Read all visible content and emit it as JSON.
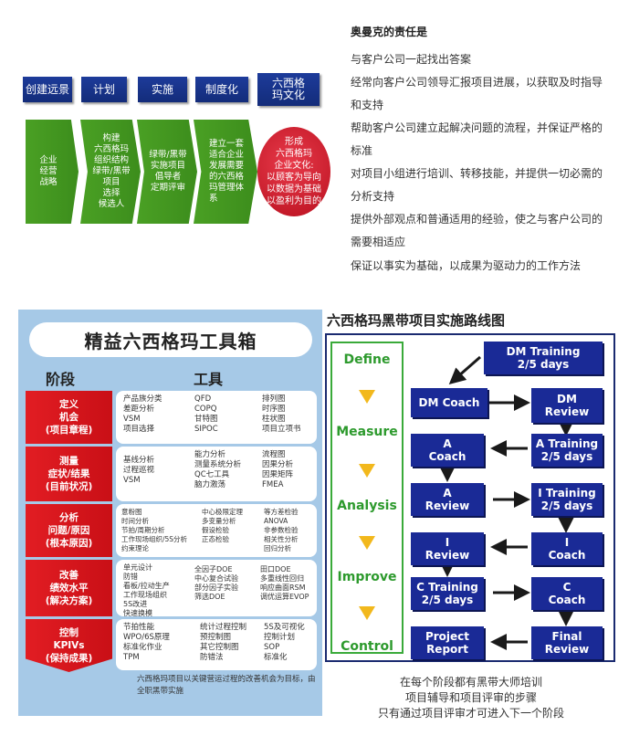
{
  "stages": [
    "创建远景",
    "计划",
    "实施",
    "制度化",
    "六西格玛文化"
  ],
  "green_steps": [
    [
      "企业",
      "经营",
      "战略"
    ],
    [
      "构建",
      "六西格玛",
      "组织结构",
      "绿带/黑带",
      "项目",
      "选择",
      "候选人"
    ],
    [
      "绿带/黑带",
      "实施项目",
      "倡导者",
      "定期评审"
    ],
    [
      "建立一套",
      "适合企业",
      "发展需要",
      "的六西格",
      "玛管理体",
      "系"
    ]
  ],
  "culture": [
    "形成",
    "六西格玛",
    "企业文化:",
    "以顾客为导向",
    "以数据为基础",
    "以盈利为目的"
  ],
  "responsibility": {
    "title": "奥曼克的责任是",
    "lines": [
      "与客户公司一起找出答案",
      "经常向客户公司领导汇报项目进展，以获取及时指导",
      "和支持",
      "帮助客户公司建立起解决问题的流程，并保证严格的",
      "标准",
      "对项目小组进行培训、转移技能，并提供一切必需的",
      "分析支持",
      "提供外部观点和普通适用的经验，使之与客户公司的",
      "需要相适应",
      "保证以事实为基础，以成果为驱动力的工作方法"
    ]
  },
  "toolbox": {
    "title": "精益六西格玛工具箱",
    "col_phase": "阶段",
    "col_tools": "工具",
    "phases": [
      {
        "name": "定义",
        "sub": "机会",
        "paren": "(项目章程)",
        "cols": [
          [
            "产品族分类",
            "差距分析",
            "VSM",
            "项目选择"
          ],
          [
            "QFD",
            "COPQ",
            "甘特图",
            "SIPOC"
          ],
          [
            "排列图",
            "时序图",
            "柱状图",
            "项目立项书"
          ]
        ]
      },
      {
        "name": "测量",
        "sub": "症状/结果",
        "paren": "(目前状况)",
        "cols": [
          [
            "基线分析",
            "过程巡视",
            "VSM"
          ],
          [
            "能力分析",
            "测量系统分析",
            "QC七工具",
            "脑力激荡"
          ],
          [
            "流程图",
            "因果分析",
            "因果矩阵",
            "FMEA"
          ]
        ]
      },
      {
        "name": "分析",
        "sub": "问题/原因",
        "paren": "(根本原因)",
        "cols": [
          [
            "意粉图",
            "时间分析",
            "节拍/周期分析",
            "工作现场组织/5S分析",
            "约束理论"
          ],
          [
            "",
            "中心极限定理",
            "多变量分析",
            "假设检验",
            "正态检验"
          ],
          [
            "等方差检验",
            "ANOVA",
            "非参数检验",
            "相关性分析",
            "回归分析"
          ]
        ]
      },
      {
        "name": "改善",
        "sub": "绩效水平",
        "paren": "(解决方案)",
        "cols": [
          [
            "单元设计",
            "防错",
            "看板/拉动生产",
            "工作现场组织",
            "5S改进",
            "快速换模"
          ],
          [
            "全因子DOE",
            "中心复合试验",
            "部分因子实验",
            "筛选DOE"
          ],
          [
            "田口DOE",
            "多重线性回归",
            "响应曲面RSM",
            "调优运算EVOP"
          ]
        ]
      },
      {
        "name": "控制",
        "sub": "KPIVs",
        "paren": "(保持成果)",
        "cols": [
          [
            "节拍性能",
            "WPO/6S原理",
            "标准化作业",
            "TPM"
          ],
          [
            "统计过程控制",
            "预控制图",
            "其它控制图",
            "防错法"
          ],
          [
            "5S及可视化",
            "控制计划",
            "SOP",
            "标准化"
          ]
        ]
      }
    ],
    "note": "六西格玛项目以关键营运过程的改善机会为目标，由全职黑带实施"
  },
  "roadmap": {
    "title": "六西格玛黑带项目实施路线图",
    "phases": [
      "Define",
      "Measure",
      "Analysis",
      "Improve",
      "Control"
    ],
    "boxes": {
      "dm_training": [
        "DM Training",
        "2/5 days"
      ],
      "dm_coach": [
        "DM Coach"
      ],
      "dm_review": [
        "DM",
        "Review"
      ],
      "a_coach": [
        "A",
        "Coach"
      ],
      "a_training": [
        "A Training",
        "2/5 days"
      ],
      "a_review": [
        "A",
        "Review"
      ],
      "i_training": [
        "I Training",
        "2/5 days"
      ],
      "i_review": [
        "I",
        "Review"
      ],
      "i_coach": [
        "I",
        "Coach"
      ],
      "c_training": [
        "C Training",
        "2/5 days"
      ],
      "c_coach": [
        "C",
        "Coach"
      ],
      "project_report": [
        "Project",
        "Report"
      ],
      "final_review": [
        "Final",
        "Review"
      ]
    },
    "notes": [
      "在每个阶段都有黑带大师培训",
      "项目辅导和项目评审的步骤",
      "只有通过项目评审才可进入下一个阶段"
    ]
  }
}
